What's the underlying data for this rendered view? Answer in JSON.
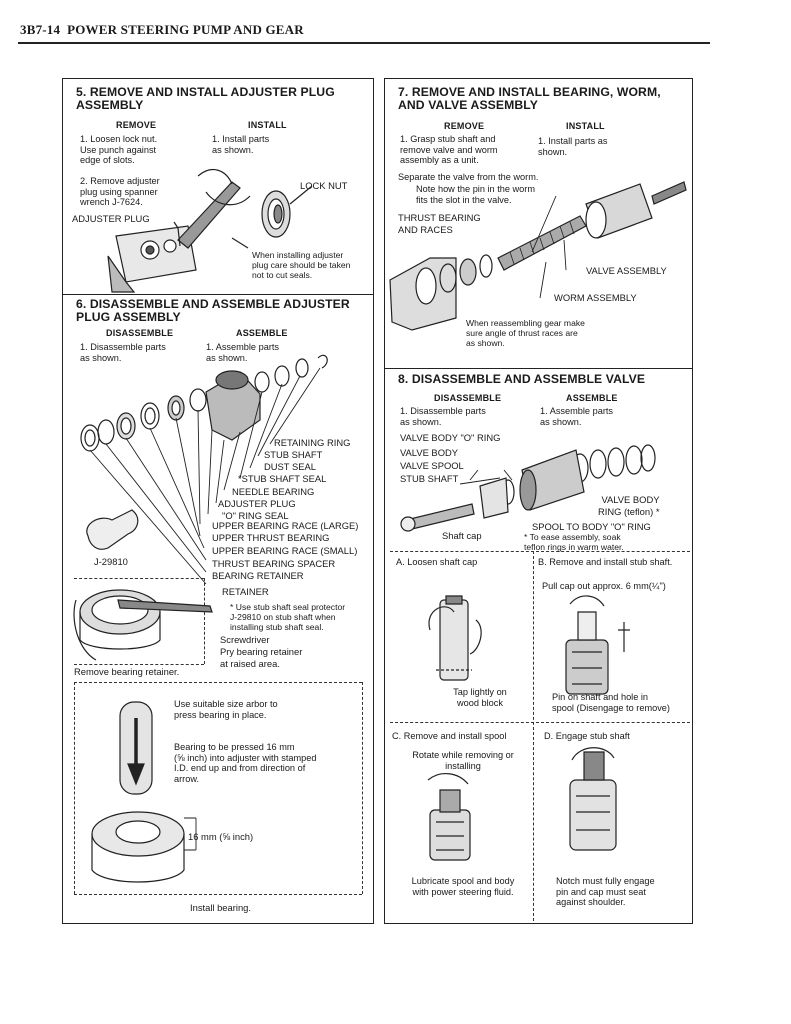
{
  "header": {
    "page_code": "3B7-14",
    "title": "POWER STEERING PUMP AND GEAR"
  },
  "s5": {
    "title": "5.  REMOVE AND INSTALL ADJUSTER PLUG\nASSEMBLY",
    "remove": "REMOVE",
    "install": "INSTALL",
    "r1": "1.  Loosen lock nut.\n     Use punch against\n     edge of slots.",
    "r2": "2.  Remove adjuster\n     plug using spanner\n     wrench J-7624.",
    "i1": "1.  Install parts\n     as shown.",
    "lock_nut": "LOCK NUT",
    "adjuster_plug": "ADJUSTER PLUG",
    "note": "When installing adjuster\nplug care should be taken\nnot to cut seals."
  },
  "s6": {
    "title": "6.  DISASSEMBLE AND ASSEMBLE ADJUSTER\nPLUG ASSEMBLY",
    "disassemble": "DISASSEMBLE",
    "assemble": "ASSEMBLE",
    "d1": "1.  Disassemble parts\n     as shown.",
    "a1": "1.  Assemble parts\n     as shown.",
    "parts": [
      "RETAINING RING",
      "STUB SHAFT",
      "DUST SEAL",
      "*STUB SHAFT SEAL",
      "NEEDLE BEARING",
      "ADJUSTER PLUG",
      "\"O\" RING SEAL",
      "UPPER BEARING RACE (LARGE)",
      "UPPER THRUST BEARING",
      "UPPER BEARING RACE (SMALL)",
      "THRUST BEARING SPACER",
      "BEARING RETAINER",
      "RETAINER"
    ],
    "tool": "J-29810",
    "seal_note": "*  Use stub shaft seal protector\n    J-29810 on stub shaft when\n    installing stub shaft seal.",
    "screwdriver": "Screwdriver",
    "pry": "Pry bearing retainer\nat raised area.",
    "remove_retainer": "Remove bearing retainer.",
    "arbor": "Use suitable size arbor to\npress bearing in place.",
    "press_note": "Bearing to be pressed 16 mm\n(⅝ inch) into adjuster with stamped\nI.D. end up and from direction of\narrow.",
    "dim": "16 mm (⅝ inch)",
    "install_bearing": "Install bearing."
  },
  "s7": {
    "title": "7.  REMOVE AND INSTALL BEARING, WORM,\nAND VALVE ASSEMBLY",
    "remove": "REMOVE",
    "install": "INSTALL",
    "r1": "1.  Grasp stub shaft and\n     remove valve and worm\n     assembly as a unit.",
    "i1": "1.  Install parts as\n     shown.",
    "separate": "Separate the valve from the worm.",
    "pin_note": "Note how the pin in the worm\nfits the slot in the valve.",
    "thrust": "THRUST BEARING\nAND RACES",
    "valve_assembly": "VALVE ASSEMBLY",
    "worm_assembly": "WORM ASSEMBLY",
    "reassembly_note": "When reassembling gear make\nsure angle of thrust races are\nas shown."
  },
  "s8": {
    "title": "8.  DISASSEMBLE AND ASSEMBLE VALVE",
    "disassemble": "DISASSEMBLE",
    "assemble": "ASSEMBLE",
    "d1": "1.  Disassemble parts\n     as shown.",
    "a1": "1.  Assemble parts\n     as shown.",
    "body_oring": "VALVE BODY \"O\" RING",
    "valve_body": "VALVE BODY",
    "valve_spool": "VALVE SPOOL",
    "stub_shaft": "STUB SHAFT",
    "body_rings": "VALVE BODY\nRING (teflon) *",
    "spool_oring": "SPOOL TO BODY \"O\" RING",
    "shaft_cap": "Shaft cap",
    "teflon_note": "*  To ease assembly, soak\n    teflon rings in warm water.",
    "a_title": "A.  Loosen shaft cap",
    "b_title": "B.  Remove and install stub shaft.",
    "pull_cap": "Pull cap out approx. 6 mm(¼\")",
    "tap": "Tap lightly on\nwood block",
    "pin_spool": "Pin on shaft and hole in\nspool (Disengage to remove)",
    "c_title": "C.  Remove and install spool",
    "rotate": "Rotate while removing or\ninstalling",
    "lubricate": "Lubricate spool and body\nwith power steering fluid.",
    "d_title": "D.  Engage stub shaft",
    "notch": "Notch must fully engage\npin and cap must seat\nagainst shoulder."
  }
}
